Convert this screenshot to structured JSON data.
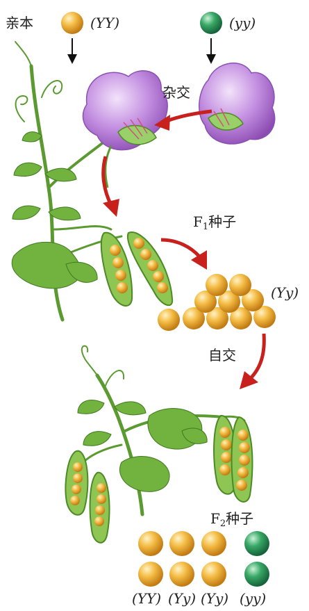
{
  "labels": {
    "parents": "亲本",
    "parent_yellow_genotype": "(YY)",
    "parent_green_genotype": "(yy)",
    "cross": "杂交",
    "f1_prefix": "F",
    "f1_sub": "1",
    "f1_suffix": "种子",
    "f1_genotype": "(Yy)",
    "selfing": "自交",
    "f2_prefix": "F",
    "f2_sub": "2",
    "f2_suffix": "种子",
    "f2_genotypes": [
      "(YY)",
      "(Yy)",
      "(Yy)",
      "(yy)"
    ]
  },
  "colors": {
    "yellow_seed": "#f0b43a",
    "green_seed": "#2e9a5a",
    "arrow_red": "#c8201c",
    "flower": "#b57ad6",
    "leaf": "#6aaa3a"
  }
}
